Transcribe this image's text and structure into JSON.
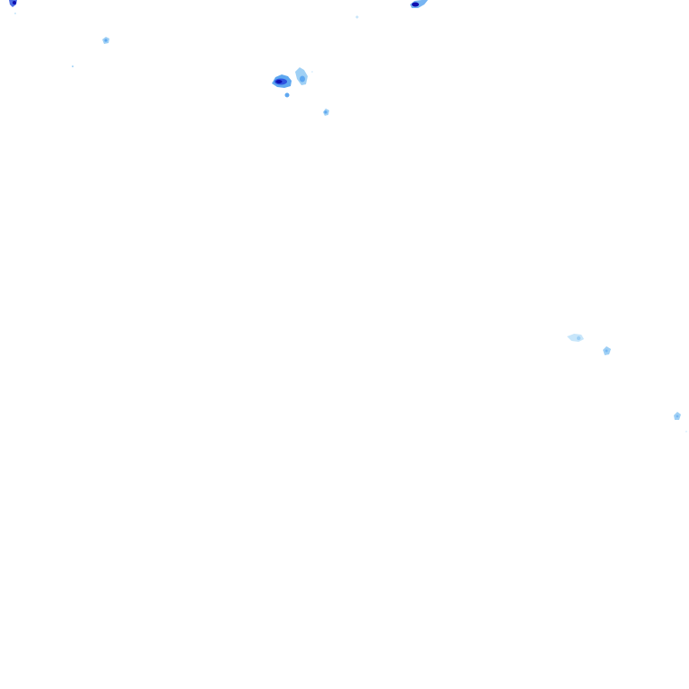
{
  "layer": {
    "type": "weather-radar-rainfall-overlay",
    "background": "transparent"
  },
  "intensity_palette": {
    "very_light": "#c8e6fa",
    "light": "#9fd0f5",
    "moderate": "#5fa8f0",
    "heavy": "#2f55e0",
    "very_heavy": "#1010b0"
  },
  "echo_cells": [
    {
      "id": "cell-north-west-edge",
      "intensity": "heavy"
    },
    {
      "id": "cell-north-centre-edge",
      "intensity": "very_heavy"
    },
    {
      "id": "cell-north-west-small",
      "intensity": "moderate"
    },
    {
      "id": "cell-central-north-cluster",
      "intensity": "very_heavy"
    },
    {
      "id": "cell-central-north-secondary",
      "intensity": "moderate"
    },
    {
      "id": "cell-central-north-speck",
      "intensity": "moderate"
    },
    {
      "id": "cell-east-upper",
      "intensity": "light"
    },
    {
      "id": "cell-east-middle",
      "intensity": "light"
    },
    {
      "id": "cell-east-lower",
      "intensity": "light"
    }
  ]
}
